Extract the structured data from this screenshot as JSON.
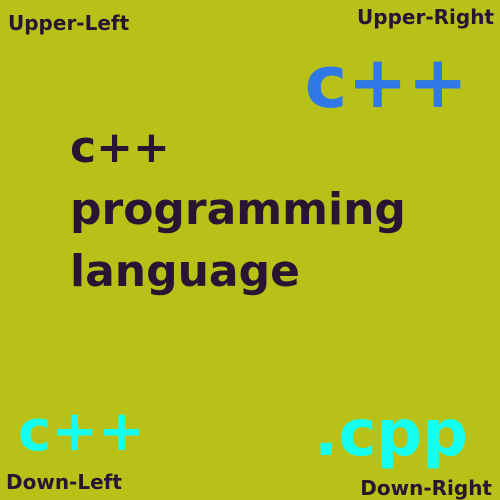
{
  "colors": {
    "background": "#b7c118",
    "dark_text": "#2a1434",
    "blue": "#2f78e6",
    "cyan": "#15fff0"
  },
  "corners": {
    "upper_left": "Upper-Left",
    "upper_right": "Upper-Right",
    "down_left": "Down-Left",
    "down_right": "Down-Right"
  },
  "large_labels": {
    "top_right": "c++",
    "down_left": "c++",
    "down_right": ".cpp"
  },
  "center_text": {
    "line1": "c++",
    "line2": "programming",
    "line3": "language"
  }
}
